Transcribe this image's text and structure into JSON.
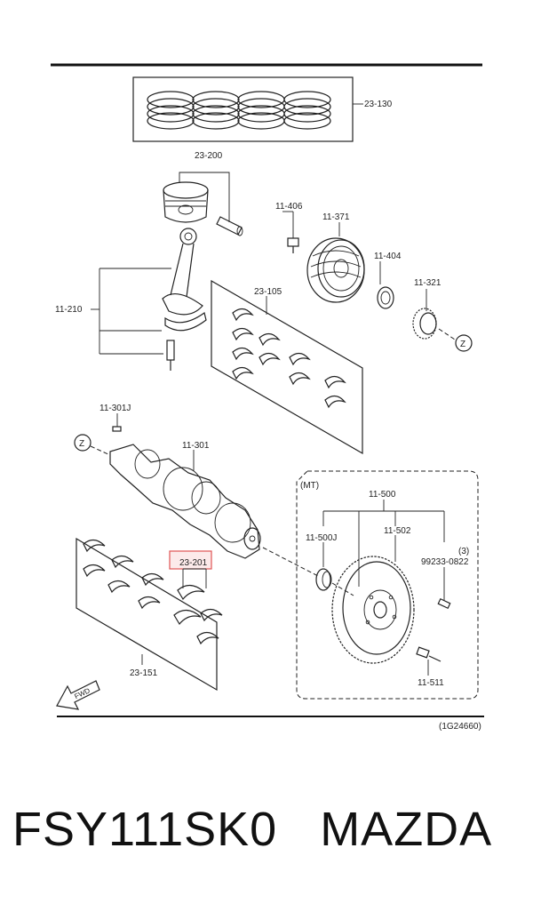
{
  "labels": {
    "piston_rings": "23-130",
    "piston": "23-200",
    "bolt_11406": "11-406",
    "pulley": "11-371",
    "key_11404": "11-404",
    "sprocket": "11-321",
    "rod": "11-210",
    "rod_bearings": "23-105",
    "key_11301j": "11-301J",
    "crankshaft": "11-301",
    "mt": "(MT)",
    "flywheel_group": "11-500",
    "bearing_11500j": "11-500J",
    "ring_gear": "11-502",
    "qty": "(3)",
    "dowel": "99233-0822",
    "thrust": "23-201",
    "main_bearings": "23-151",
    "bolt_11511": "11-511",
    "ref": "(1G24660)",
    "z1": "Z",
    "z2": "Z",
    "fwd": "FWD"
  },
  "caption": {
    "part_number": "FSY111SK0",
    "brand": "MAZDA"
  },
  "highlight_color": "#e05555"
}
